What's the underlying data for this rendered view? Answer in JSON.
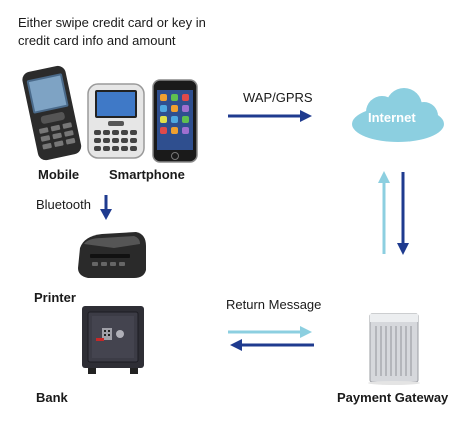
{
  "diagram": {
    "instruction_line1": "Either swipe credit card or key in",
    "instruction_line2": "credit card info and amount",
    "mobile_label": "Mobile",
    "smartphone_label": "Smartphone",
    "wap_label": "WAP/GPRS",
    "internet_label": "Internet",
    "bluetooth_label": "Bluetooth",
    "printer_label": "Printer",
    "return_label": "Return Message",
    "bank_label": "Bank",
    "gateway_label": "Payment Gateway"
  },
  "colors": {
    "dark_arrow": "#1f3b8f",
    "light_arrow": "#8ccfe0",
    "cloud": "#8ccfe0"
  }
}
